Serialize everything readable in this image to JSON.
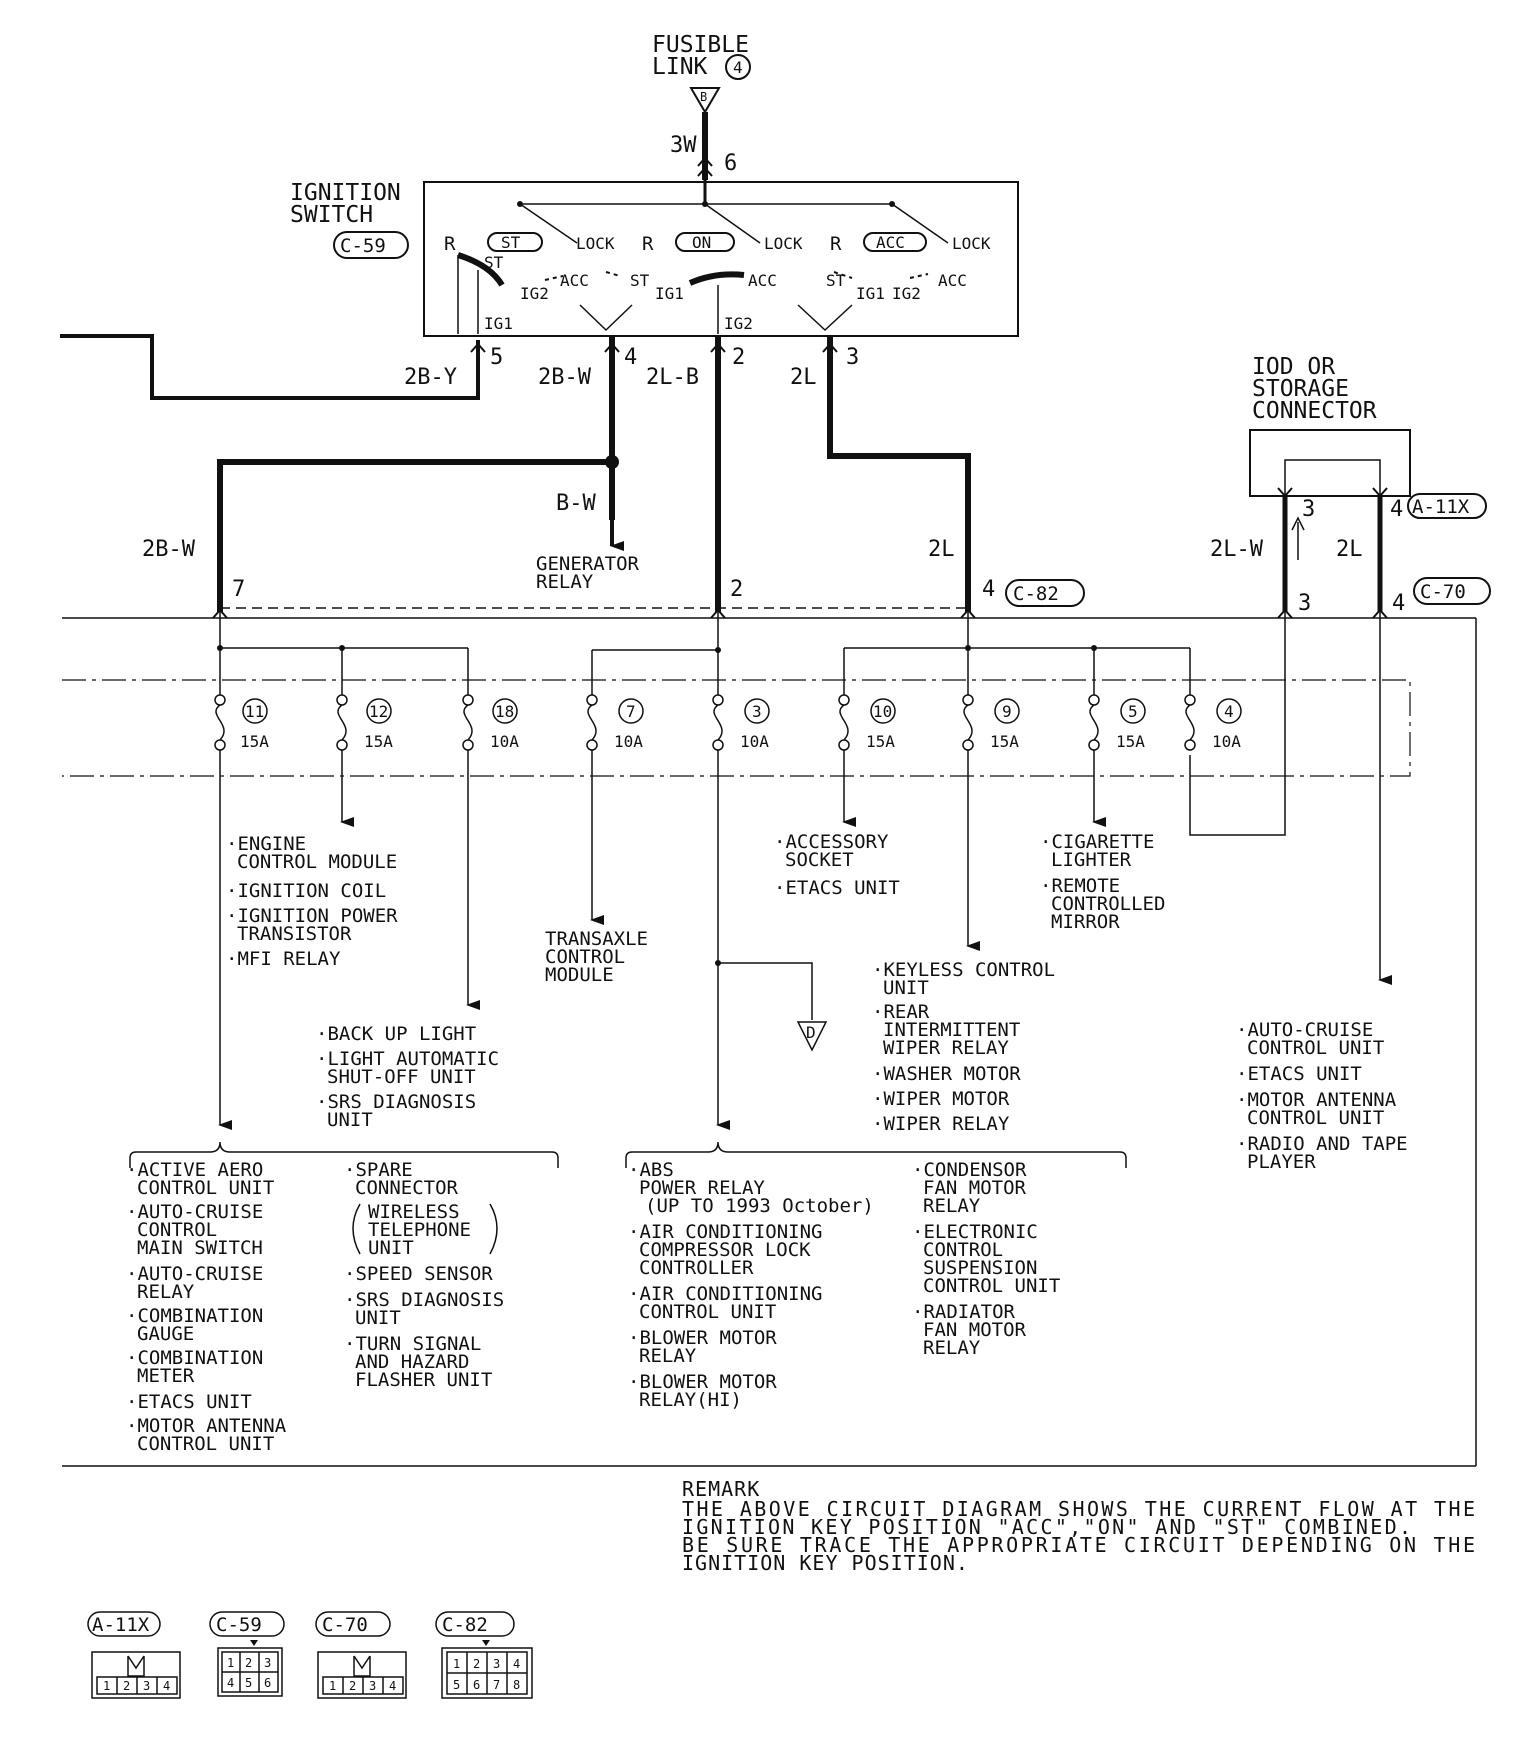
{
  "fusible_link": {
    "line1": "FUSIBLE",
    "line2": "LINK",
    "num": "4",
    "tag": "B"
  },
  "supply": {
    "wire": "3W",
    "pin": "6"
  },
  "ignition_switch": {
    "line1": "IGNITION",
    "line2": "SWITCH",
    "connector": "C-59",
    "positions": [
      "ST",
      "ON",
      "ACC"
    ],
    "contacts": {
      "r": "R",
      "lock": "LOCK",
      "st": "ST",
      "acc": "ACC",
      "ig1": "IG1",
      "ig2": "IG2"
    }
  },
  "switch_outputs": [
    {
      "wire": "2B-Y",
      "pin": "5"
    },
    {
      "wire": "2B-W",
      "pin": "4"
    },
    {
      "wire": "2L-B",
      "pin": "2"
    },
    {
      "wire": "2L",
      "pin": "3"
    }
  ],
  "branch": {
    "wire": "B-W",
    "dest_line1": "GENERATOR",
    "dest_line2": "RELAY"
  },
  "junction_inputs": [
    {
      "wire": "2B-W",
      "pin": "7"
    },
    {
      "pin": "2"
    },
    {
      "wire": "2L",
      "pin": "4",
      "connector": "C-82"
    }
  ],
  "iod": {
    "line1": "IOD OR",
    "line2": "STORAGE",
    "line3": "CONNECTOR",
    "connector": "A-11X",
    "pin_a": "3",
    "pin_b": "4",
    "wire_a": "2L-W",
    "wire_b": "2L",
    "lower_connector": "C-70",
    "lower_pin_a": "3",
    "lower_pin_b": "4"
  },
  "fuses": [
    {
      "num": "11",
      "rating": "15A"
    },
    {
      "num": "12",
      "rating": "15A"
    },
    {
      "num": "18",
      "rating": "10A"
    },
    {
      "num": "7",
      "rating": "10A"
    },
    {
      "num": "3",
      "rating": "10A"
    },
    {
      "num": "10",
      "rating": "15A"
    },
    {
      "num": "9",
      "rating": "15A"
    },
    {
      "num": "5",
      "rating": "15A"
    },
    {
      "num": "4",
      "rating": "10A"
    }
  ],
  "loads": {
    "fuse12": [
      "ENGINE",
      "CONTROL MODULE",
      "IGNITION COIL",
      "IGNITION POWER",
      "TRANSISTOR",
      "MFI RELAY"
    ],
    "fuse18": [
      "BACK UP LIGHT",
      "LIGHT AUTOMATIC",
      "SHUT-OFF UNIT",
      "SRS DIAGNOSIS",
      "UNIT"
    ],
    "fuse7": [
      "TRANSAXLE",
      "CONTROL",
      "MODULE"
    ],
    "fuse10": [
      "ACCESSORY",
      "SOCKET",
      "ETACS UNIT"
    ],
    "fuse9": [
      "KEYLESS CONTROL",
      "UNIT",
      "REAR",
      "INTERMITTENT",
      "WIPER RELAY",
      "WASHER MOTOR",
      "WIPER MOTOR",
      "WIPER RELAY"
    ],
    "fuse5": [
      "CIGARETTE",
      "LIGHTER",
      "REMOTE",
      "CONTROLLED",
      "MIRROR"
    ],
    "iod": [
      "AUTO-CRUISE",
      "CONTROL UNIT",
      "ETACS UNIT",
      "MOTOR ANTENNA",
      "CONTROL UNIT",
      "RADIO AND TAPE",
      "PLAYER"
    ],
    "fuse11_a": [
      "ACTIVE AERO",
      "CONTROL UNIT",
      "AUTO-CRUISE",
      "CONTROL",
      "MAIN SWITCH",
      "AUTO-CRUISE",
      "RELAY",
      "COMBINATION",
      "GAUGE",
      "COMBINATION",
      "METER",
      "ETACS UNIT",
      "MOTOR ANTENNA",
      "CONTROL UNIT"
    ],
    "fuse11_b": [
      "SPARE",
      "CONNECTOR",
      "WIRELESS",
      "TELEPHONE",
      "UNIT",
      "SPEED SENSOR",
      "SRS DIAGNOSIS",
      "UNIT",
      "TURN SIGNAL",
      "AND HAZARD",
      "FLASHER UNIT"
    ],
    "fuse3_a": [
      "ABS",
      "POWER RELAY",
      "(UP TO 1993 October)",
      "AIR CONDITIONING",
      "COMPRESSOR LOCK",
      "CONTROLLER",
      "AIR CONDITIONING",
      "CONTROL UNIT",
      "BLOWER MOTOR",
      "RELAY",
      "BLOWER MOTOR",
      "RELAY(HI)"
    ],
    "fuse3_b": [
      "CONDENSOR",
      "FAN MOTOR",
      "RELAY",
      "ELECTRONIC",
      "CONTROL",
      "SUSPENSION",
      "CONTROL UNIT",
      "RADIATOR",
      "FAN MOTOR",
      "RELAY"
    ]
  },
  "off_page": "D",
  "remark": {
    "title": "REMARK",
    "line1": "THE ABOVE CIRCUIT DIAGRAM SHOWS THE CURRENT FLOW AT THE",
    "line2": "IGNITION KEY POSITION \"ACC\",\"ON\" AND \"ST\" COMBINED.",
    "line3": "BE SURE TRACE THE APPROPRIATE CIRCUIT DEPENDING  ON THE",
    "line4": "IGNITION KEY POSITION."
  },
  "connector_legend": [
    {
      "id": "A-11X",
      "pins": [
        "1",
        "2",
        "3",
        "4"
      ]
    },
    {
      "id": "C-59",
      "pins": [
        "1",
        "2",
        "3",
        "4",
        "5",
        "6"
      ]
    },
    {
      "id": "C-70",
      "pins": [
        "1",
        "2",
        "3",
        "4"
      ]
    },
    {
      "id": "C-82",
      "pins": [
        "1",
        "2",
        "3",
        "4",
        "5",
        "6",
        "7",
        "8"
      ]
    }
  ]
}
